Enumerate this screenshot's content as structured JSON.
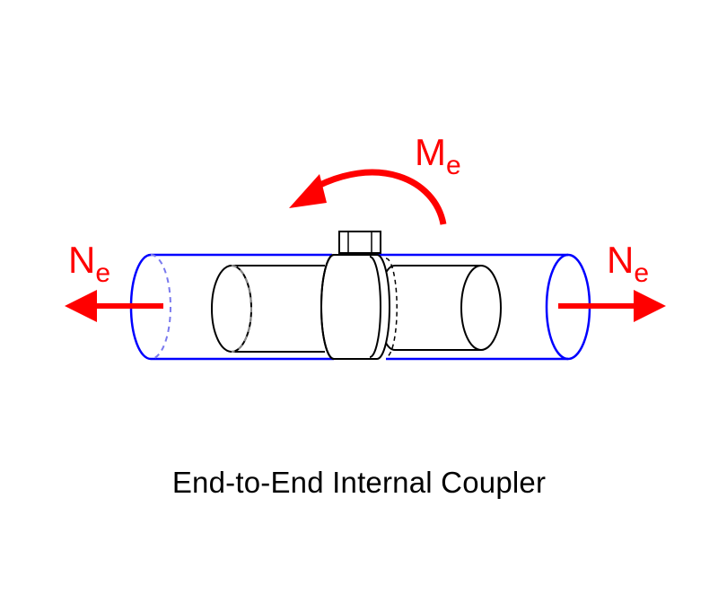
{
  "caption": "End-to-End Internal Coupler",
  "labels": {
    "moment": {
      "main": "M",
      "sub": "e"
    },
    "force_left": {
      "main": "N",
      "sub": "e"
    },
    "force_right": {
      "main": "N",
      "sub": "e"
    }
  },
  "colors": {
    "load": "#ff0000",
    "outer_tube": "#0000ff",
    "hidden_edge": "#7a7aee",
    "coupler": "#000000"
  }
}
